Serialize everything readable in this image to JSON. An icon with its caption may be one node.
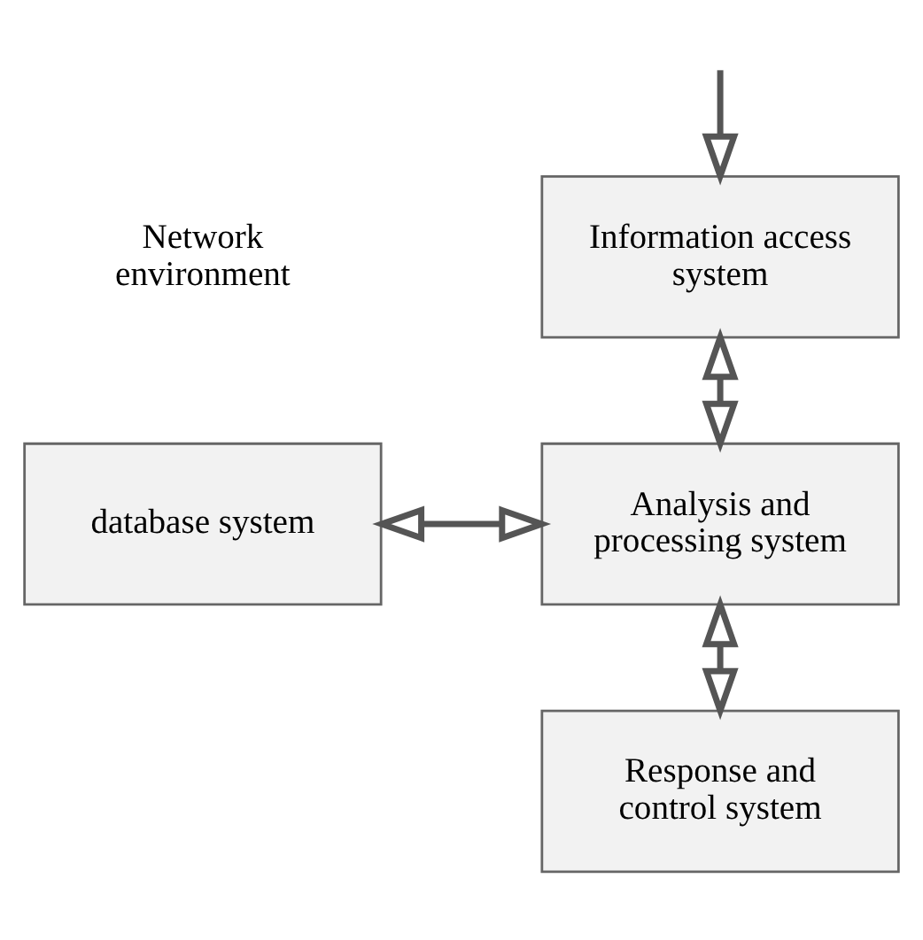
{
  "diagram": {
    "nodes": [
      {
        "text": [
          "Information access system"
        ]
      },
      {
        "text": [
          "Analysis and processing system"
        ]
      },
      {
        "text": [
          "database system"
        ]
      },
      {
        "text": [
          "Response and control system"
        ]
      }
    ],
    "edges": [
      {
        "from": null,
        "to": 0,
        "arrow": "to"
      },
      {
        "from": 0,
        "to": 1,
        "arrow": "both"
      },
      {
        "from": 2,
        "to": 1,
        "arrow": "both"
      },
      {
        "from": 1,
        "to": 3,
        "arrow": "both"
      }
    ],
    "labels": [
      "Network environment"
    ]
  }
}
